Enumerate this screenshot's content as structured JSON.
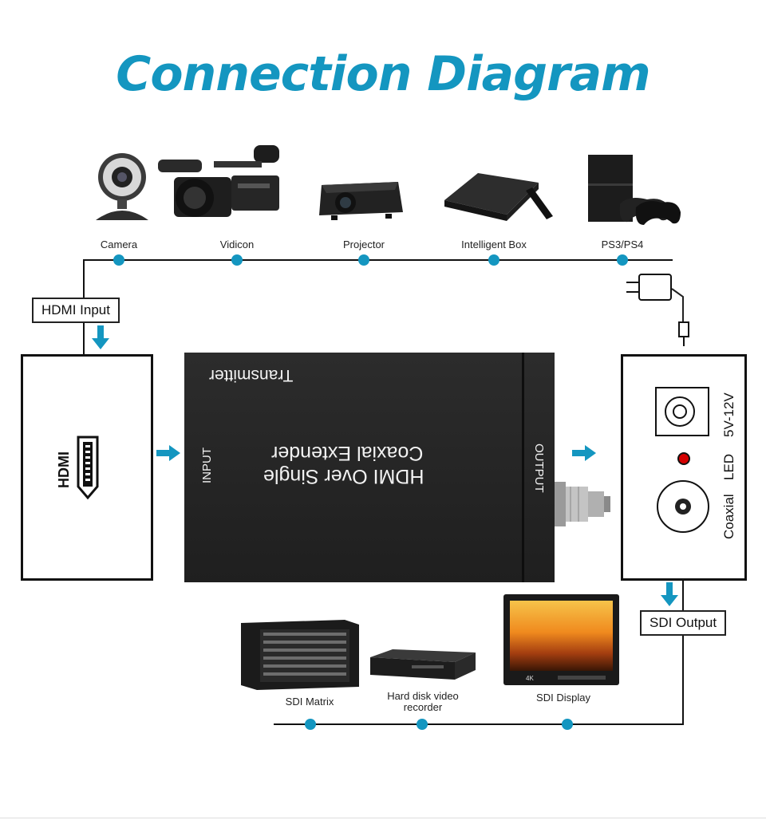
{
  "title": "Connection Diagram",
  "sources": [
    {
      "label": "Camera",
      "icon": "webcam-icon"
    },
    {
      "label": "Vidicon",
      "icon": "video-camera-icon"
    },
    {
      "label": "Projector",
      "icon": "projector-icon"
    },
    {
      "label": "Intelligent Box",
      "icon": "tv-box-icon"
    },
    {
      "label": "PS3/PS4",
      "icon": "game-console-icon"
    }
  ],
  "input_label": "HDMI Input",
  "hdmi_port_label": "HDMI",
  "transmitter": {
    "name": "Transmitter",
    "line1": "HDMI Over Single",
    "line2": "Coaxial Extender",
    "input": "INPUT",
    "output": "OUTPUT"
  },
  "port_panel": {
    "power": "5V-12V",
    "led": "LED",
    "coaxial": "Coaxial"
  },
  "output_label": "SDI Output",
  "destinations": [
    {
      "label": "SDI Matrix",
      "icon": "sdi-matrix-icon"
    },
    {
      "label": "Hard disk video recorder",
      "icon": "video-recorder-icon"
    },
    {
      "label": "SDI Display",
      "icon": "monitor-icon",
      "badge": "4K"
    }
  ],
  "colors": {
    "accent": "#1496c0",
    "device": "#222222"
  }
}
